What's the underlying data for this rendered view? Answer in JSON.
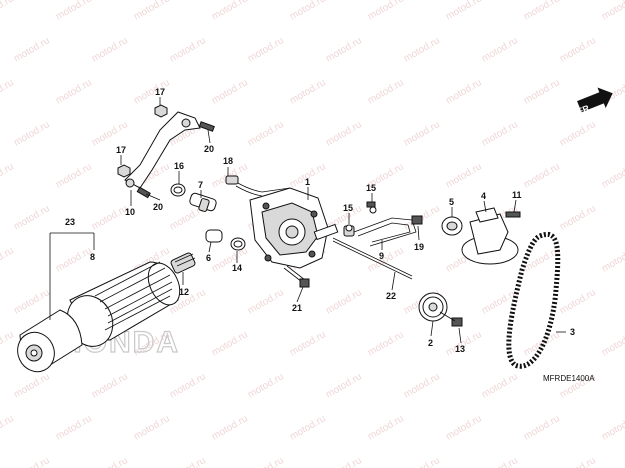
{
  "diagram": {
    "watermark_text": "motod.ru",
    "brand_mark": "HONDA",
    "direction_label": "FR.",
    "diagram_code": "MFRDE1400A",
    "callouts": [
      {
        "id": "c1",
        "label": "1"
      },
      {
        "id": "c2",
        "label": "2"
      },
      {
        "id": "c3",
        "label": "3"
      },
      {
        "id": "c4",
        "label": "4"
      },
      {
        "id": "c5",
        "label": "5"
      },
      {
        "id": "c6",
        "label": "6"
      },
      {
        "id": "c7",
        "label": "7"
      },
      {
        "id": "c8",
        "label": "8"
      },
      {
        "id": "c9",
        "label": "9"
      },
      {
        "id": "c10",
        "label": "10"
      },
      {
        "id": "c11",
        "label": "11"
      },
      {
        "id": "c12",
        "label": "12"
      },
      {
        "id": "c13",
        "label": "13"
      },
      {
        "id": "c14",
        "label": "14"
      },
      {
        "id": "c15a",
        "label": "15"
      },
      {
        "id": "c15b",
        "label": "15"
      },
      {
        "id": "c16",
        "label": "16"
      },
      {
        "id": "c17a",
        "label": "17"
      },
      {
        "id": "c17b",
        "label": "17"
      },
      {
        "id": "c18",
        "label": "18"
      },
      {
        "id": "c19",
        "label": "19"
      },
      {
        "id": "c20a",
        "label": "20"
      },
      {
        "id": "c20b",
        "label": "20"
      },
      {
        "id": "c21",
        "label": "21"
      },
      {
        "id": "c22",
        "label": "22"
      },
      {
        "id": "c23",
        "label": "23"
      }
    ]
  }
}
